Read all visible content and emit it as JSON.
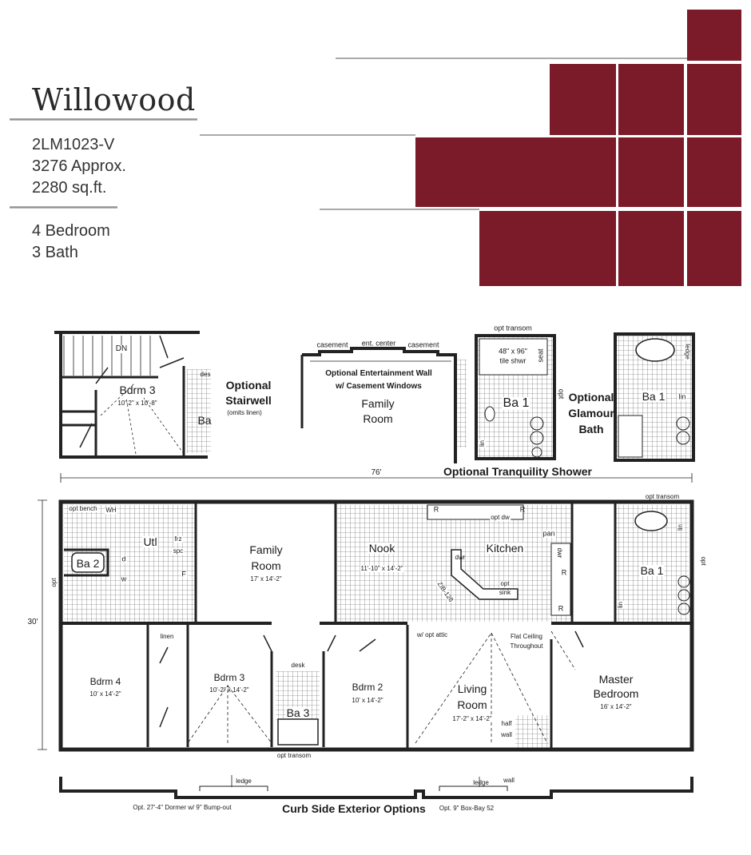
{
  "header": {
    "title": "Willowood",
    "model": "2LM1023-V",
    "approx": "3276 Approx.",
    "sqft": "2280 sq.ft.",
    "bedrooms": "4 Bedroom",
    "baths": "3 Bath",
    "accent_color": "#7b1a29"
  },
  "stairwell_option": {
    "title_1": "Optional",
    "title_2": "Stairwell",
    "note": "(omits linen)",
    "dn": "DN",
    "room": "Bdrm 3",
    "room_size": "10'-2\" x 10'-8\"",
    "bath": "Ba",
    "desk": "des"
  },
  "entertainment_option": {
    "casement_left": "casement",
    "ent_center": "ent. center",
    "casement_right": "casement",
    "title_1": "Optional Entertainment Wall",
    "title_2": "w/ Casement Windows",
    "room_1": "Family",
    "room_2": "Room"
  },
  "tranquility_option": {
    "transom": "opt transom",
    "shower_1": "48\" x 96\"",
    "shower_2": "tile shwr",
    "seat": "seat",
    "room": "Ba 1",
    "opt": "opt",
    "lin": "lin",
    "title": "Optional Tranquility Shower"
  },
  "glamour_option": {
    "title_1": "Optional",
    "title_2": "Glamour",
    "title_3": "Bath",
    "room": "Ba 1",
    "lin": "lin",
    "ledge": "ledge"
  },
  "dimensions": {
    "width": "76'",
    "depth": "30'"
  },
  "main_plan": {
    "opt_bench": "opt bench",
    "wh": "WH",
    "utl": "Utl",
    "frz": "frz",
    "spc": "spc",
    "ba2": "Ba 2",
    "dryer": "d",
    "washer": "w",
    "furnace": "F",
    "opt_left": "opt",
    "family": "Family",
    "family_2": "Room",
    "family_size": "17' x 14'-2\"",
    "nook": "Nook",
    "nook_size": "11'-10\" x 14'-2\"",
    "r1": "R",
    "opt_dw": "opt dw",
    "r2": "R",
    "pan": "pan",
    "kitchen": "Kitchen",
    "island_dwr": "dwr",
    "opt_sink_1": "opt",
    "opt_sink_2": "sink",
    "island_code": "ZIB-128",
    "dwr": "dwr",
    "r3": "R",
    "r4": "R",
    "opt_transom_top": "opt transom",
    "ba1_lin_top": "lin",
    "opt_right": "opt",
    "ba1": "Ba 1",
    "ba1_lin": "lin",
    "linen": "linen",
    "attic": "w/ opt attic",
    "flat_1": "Flat Ceiling",
    "flat_2": "Throughout",
    "bdrm4": "Bdrm 4",
    "bdrm4_size": "10' x 14'-2\"",
    "bdrm3": "Bdrm 3",
    "bdrm3_size": "10'-2\" x 14'-2\"",
    "desk": "desk",
    "ba3": "Ba 3",
    "bdrm2": "Bdrm 2",
    "bdrm2_size": "10' x 14'-2\"",
    "living_1": "Living",
    "living_2": "Room",
    "living_size": "17'-2\" x 14'-2\"",
    "half_1": "half",
    "half_2": "wall",
    "master_1": "Master",
    "master_2": "Bedroom",
    "master_size": "16' x 14'-2\"",
    "opt_transom_bottom": "opt transom"
  },
  "exterior_options": {
    "ledge_left": "ledge",
    "ledge_right": "ledge",
    "wall": "wall",
    "dormer": "Opt. 27'-4\" Dormer w/ 9\" Bump-out",
    "title": "Curb Side Exterior Options",
    "box_bay": "Opt. 9\" Box-Bay 52"
  }
}
